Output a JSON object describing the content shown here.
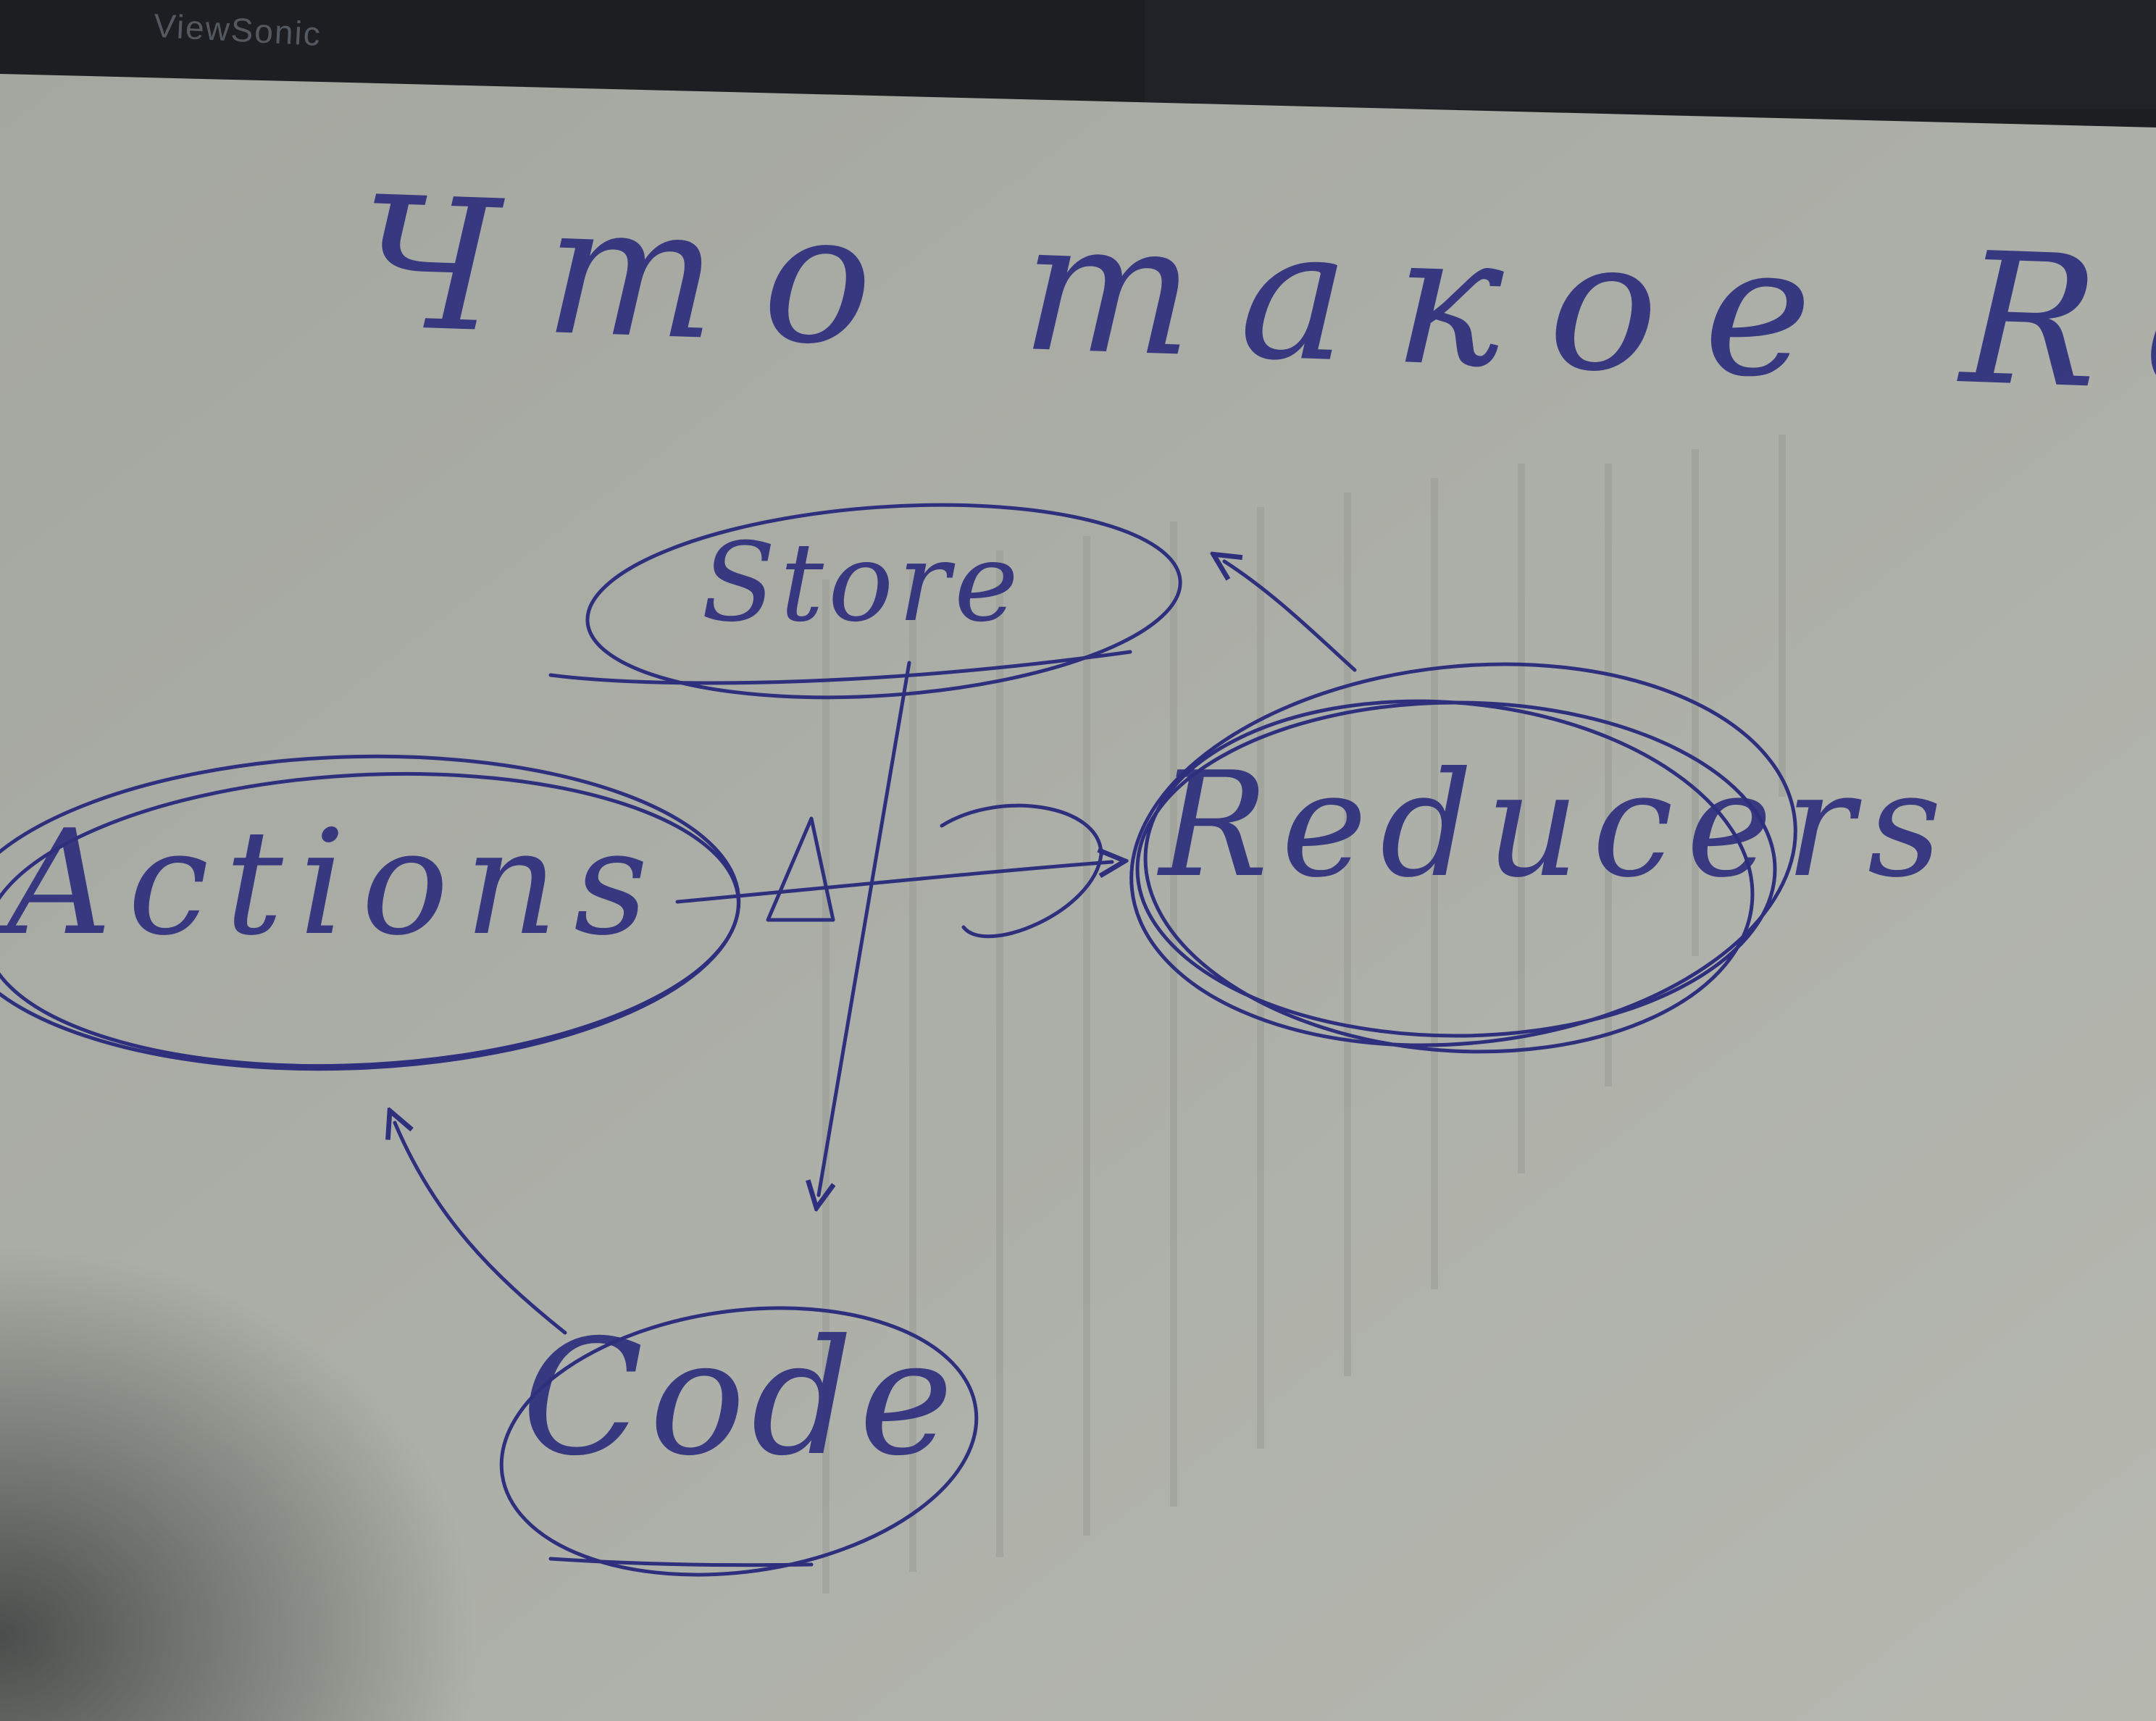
{
  "monitor": {
    "brand": "ViewSonic"
  },
  "diagram": {
    "title": "Что такое Redux",
    "nodes": {
      "store": "Store",
      "actions": "Actions",
      "reducers": "Reducers",
      "code": "Code"
    },
    "edges": [
      {
        "from": "store",
        "to": "code"
      },
      {
        "from": "code",
        "to": "actions"
      },
      {
        "from": "actions",
        "to": "reducers"
      },
      {
        "from": "reducers",
        "to": "store"
      }
    ]
  },
  "colors": {
    "ink": "#2e2f7d",
    "paper": "#a9aca4",
    "monitor_frame": "#1a1c20"
  }
}
